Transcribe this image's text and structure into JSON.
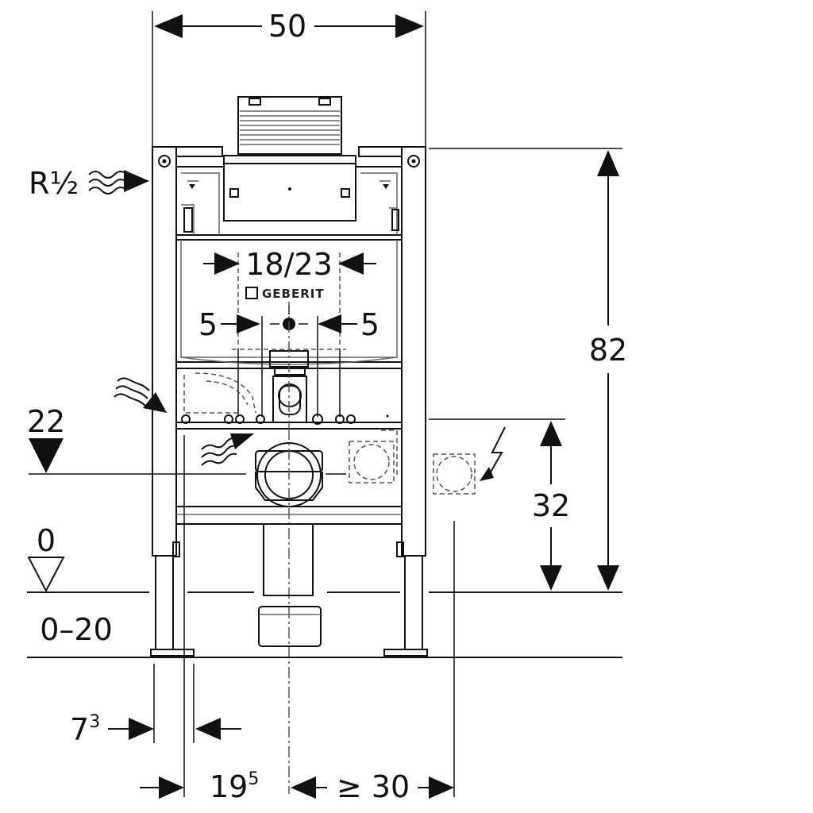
{
  "dimensions": {
    "width_total": "50",
    "height_total": "82",
    "distance_1823": "18/23",
    "offset_left": "5",
    "offset_right": "5",
    "height_22": "22",
    "height_32": "32",
    "floor_zero": "0",
    "floor_range": "0–20",
    "depth_a": "7",
    "depth_a_sup": "3",
    "depth_b": "19",
    "depth_b_sup": "5",
    "clearance": "≥ 30"
  },
  "labels": {
    "water_connection": "R½"
  },
  "logo": {
    "brand": "GEBERIT"
  },
  "colors": {
    "lines": "#111111",
    "detail": "#666666"
  }
}
